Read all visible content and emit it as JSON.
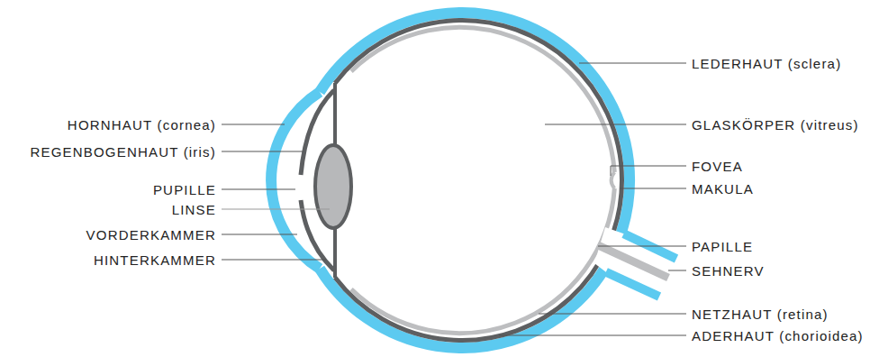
{
  "diagram": {
    "labels": [
      "HORNHAUT (cornea)",
      "REGENBOGENHAUT (iris)",
      "PUPILLE",
      "LINSE",
      "VORDERKAMMER",
      "HINTERKAMMER",
      "LEDERHAUT (sclera)",
      "GLASKÖRPER (vitreus)",
      "FOVEA",
      "MAKULA",
      "PAPILLE",
      "SEHNERV",
      "NETZHAUT (retina)",
      "ADERHAUT (chorioidea)"
    ]
  }
}
